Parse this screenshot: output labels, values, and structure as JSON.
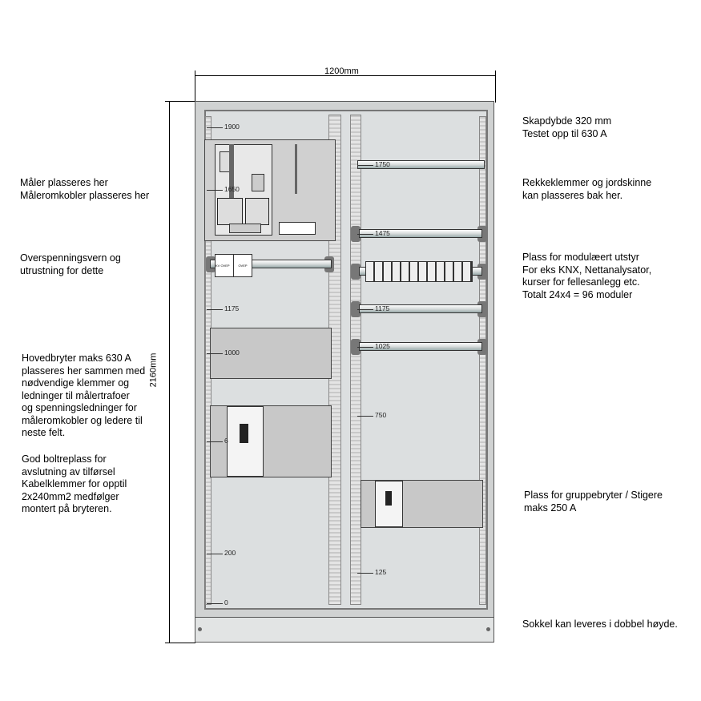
{
  "dimensions": {
    "width": "1200mm",
    "height": "2160mm"
  },
  "notes_left": [
    "Måler plasseres her\nMåleromkobler plasseres her",
    "Overspenningsvern og\nutrustning for dette",
    "Hovedbryter maks 630 A\nplasseres her sammen med\nnødvendige klemmer og\nledninger til målertrafoer\nog spenningsledninger for\nmåleromkobler og ledere til\nneste felt.",
    "God boltreplass for\navslutning av tilførsel\nKabelklemmer for opptil\n2x240mm2 medfølger\nmontert på bryteren."
  ],
  "notes_right": [
    "Skapdybde 320 mm\nTestet opp til 630 A",
    "Rekkeklemmer og jordskinne\nkan plasseres bak her.",
    "Plass for modulæert utstyr\nFor eks KNX, Nettanalysator,\nkurser for fellesanlegg etc.\nTotalt 24x4 = 96 moduler",
    "Plass for gruppebryter / Stigere\nmaks 250 A",
    "Sokkel kan leveres i dobbel høyde."
  ],
  "left_marks": [
    "1900",
    "1650",
    "1175",
    "1000",
    "6",
    "200",
    "0"
  ],
  "right_marks": [
    "1750",
    "1475",
    "1175",
    "1025",
    "750",
    "125"
  ],
  "surge_labels": [
    "KV OVEP",
    "OVEP"
  ]
}
